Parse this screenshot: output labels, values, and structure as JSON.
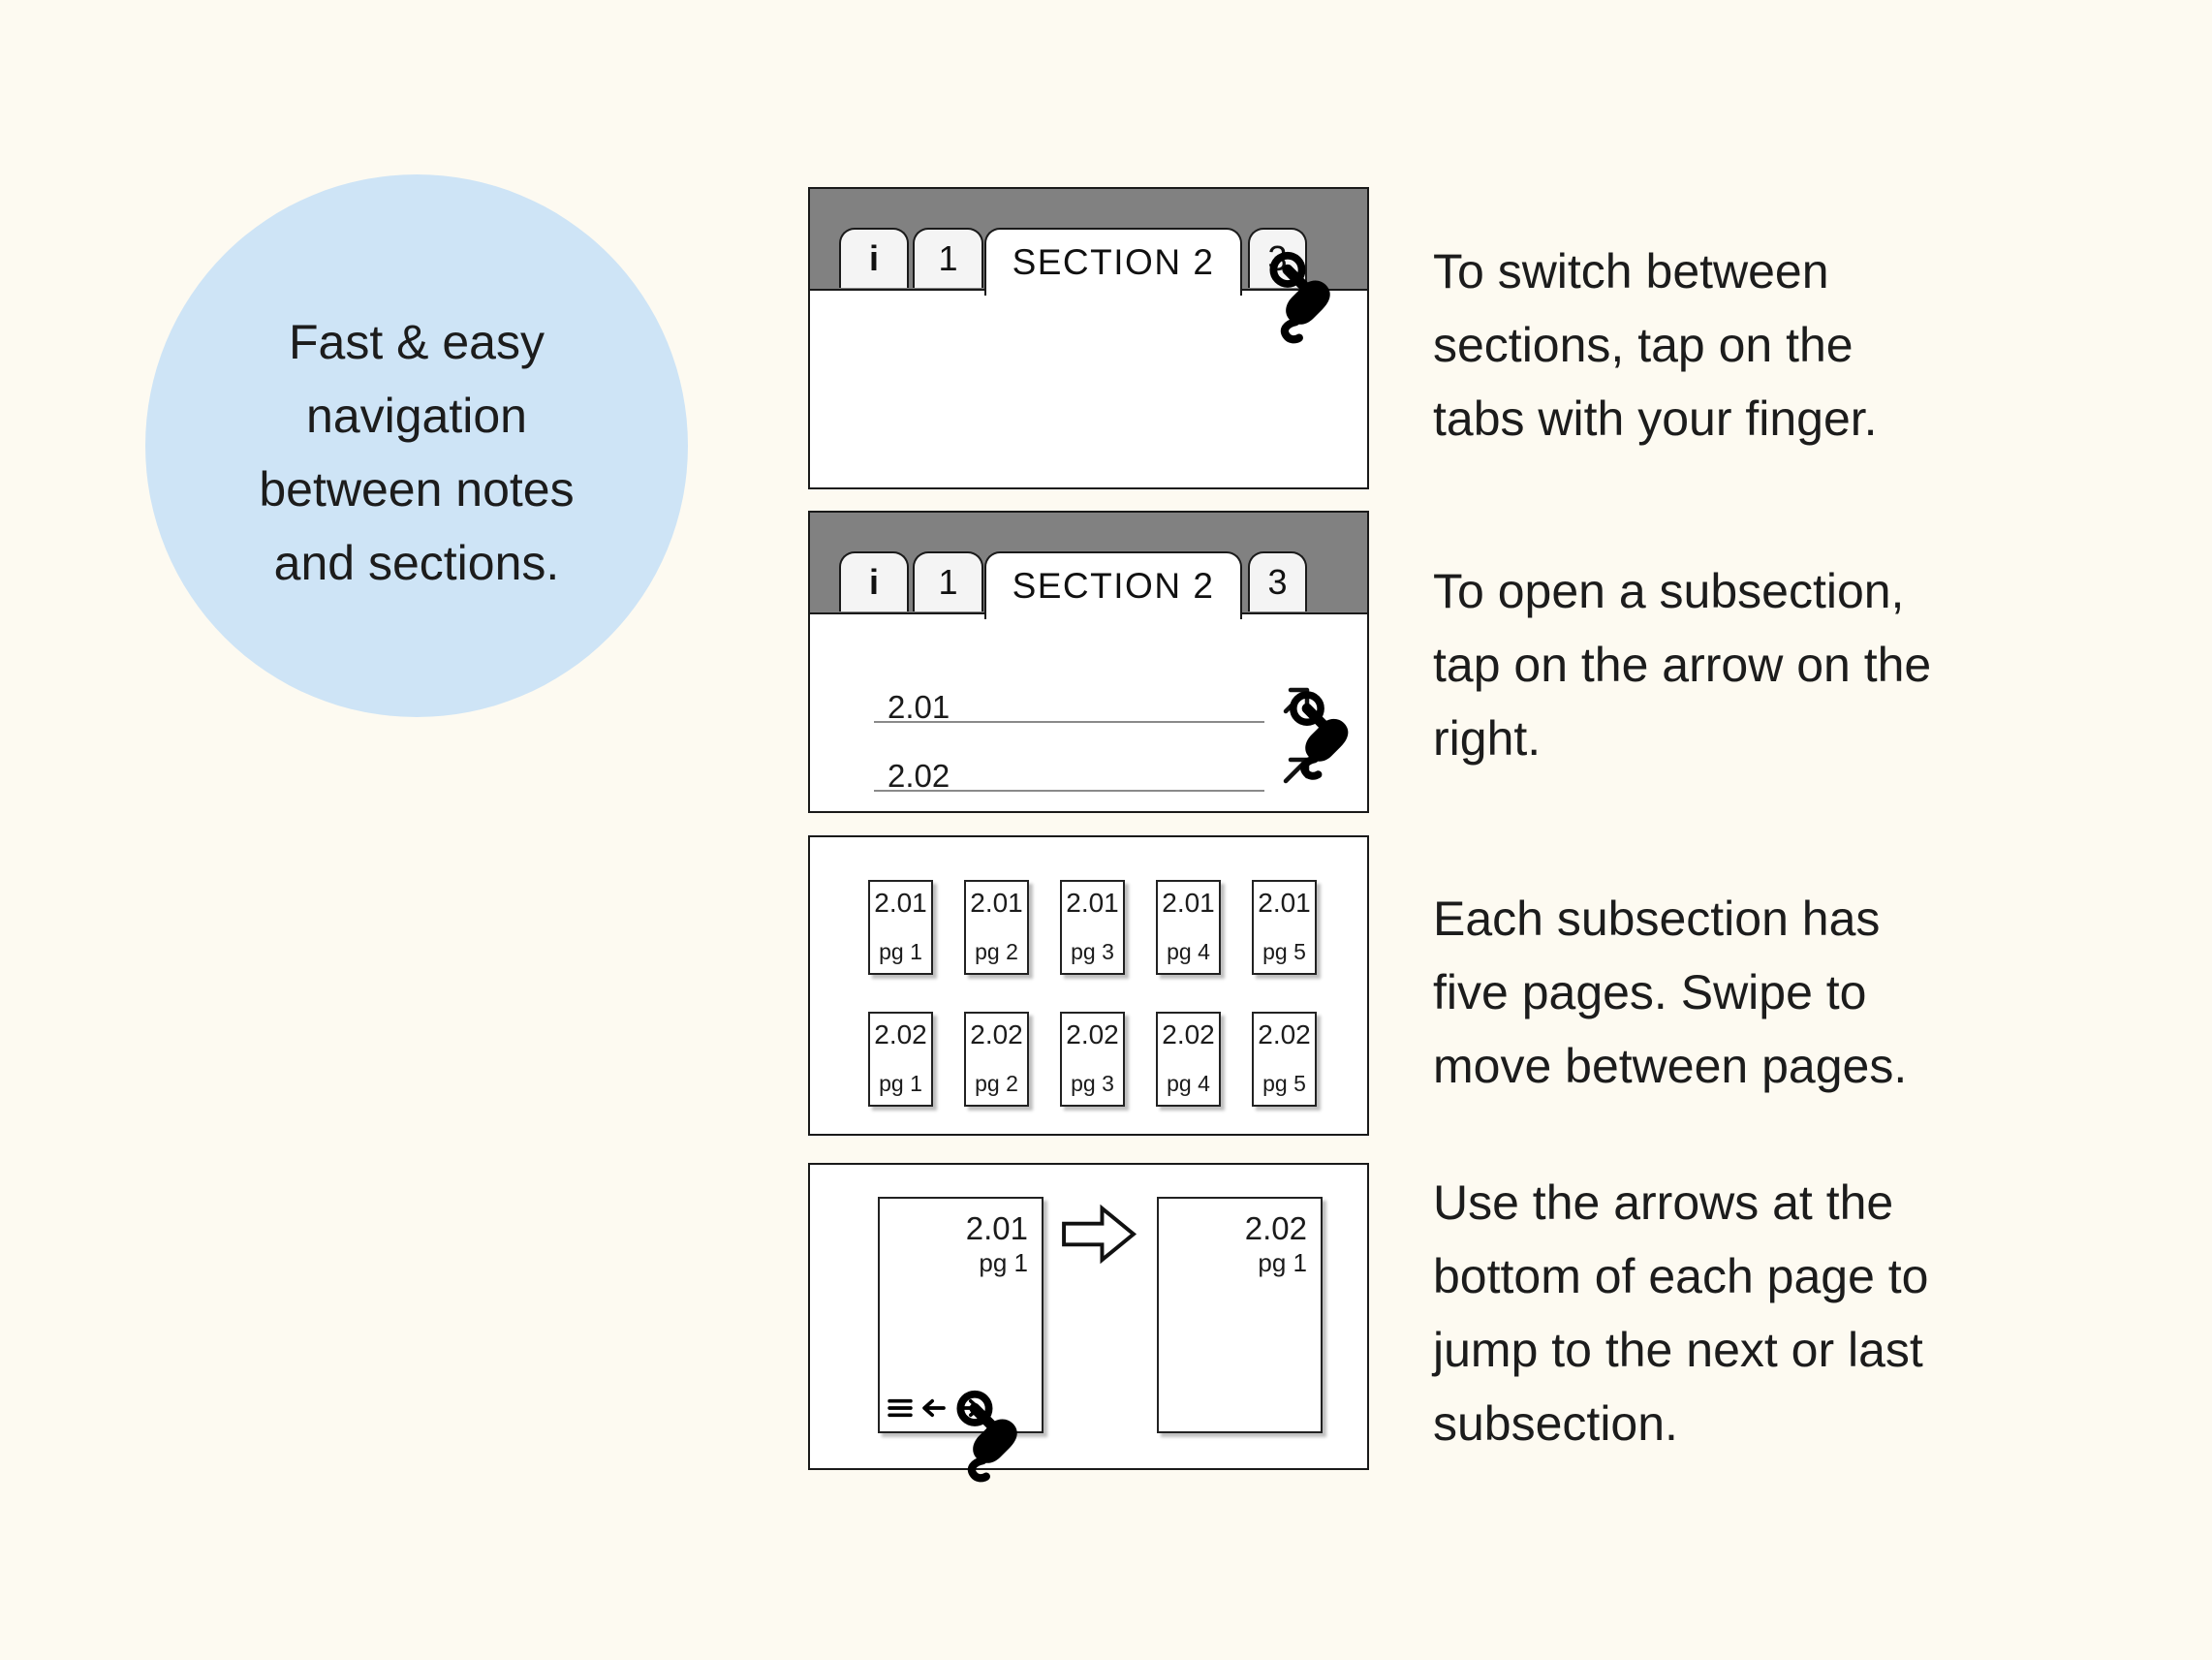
{
  "page": {
    "background_color": "#FDFAF1",
    "header_gray": "#818181",
    "callout_blue": "#CEE4F6",
    "text_color": "#1c1c1c"
  },
  "circle_callout": {
    "lines": [
      "Fast & easy",
      "navigation",
      "between notes",
      "and sections."
    ]
  },
  "tabs": {
    "info_label": "i",
    "tab1_label": "1",
    "tab2_label": "SECTION 2",
    "tab3_label": "3"
  },
  "subsection_list": {
    "items": [
      {
        "label": "2.01"
      },
      {
        "label": "2.02"
      }
    ]
  },
  "pages_grid": {
    "rows": [
      {
        "section": "2.01",
        "pages": [
          "pg 1",
          "pg 2",
          "pg 3",
          "pg 4",
          "pg 5"
        ]
      },
      {
        "section": "2.02",
        "pages": [
          "pg 1",
          "pg 2",
          "pg 3",
          "pg 4",
          "pg 5"
        ]
      }
    ]
  },
  "page_jump": {
    "left_page": {
      "section": "2.01",
      "page": "pg 1"
    },
    "right_page": {
      "section": "2.02",
      "page": "pg 1"
    }
  },
  "icons": {
    "tap": "tap-gesture-icon",
    "ne_arrow": "open-subsection-arrow-icon",
    "block_arrow": "next-subsection-block-arrow-icon",
    "menu": "hamburger-menu-icon",
    "prev": "previous-arrow-icon",
    "next": "next-arrow-icon"
  },
  "instructions": [
    {
      "lines": [
        "To switch between",
        "sections, tap on the",
        "tabs with your finger."
      ]
    },
    {
      "lines": [
        "To open a subsection,",
        "tap on the arrow on the",
        "right."
      ]
    },
    {
      "lines": [
        "Each subsection has",
        "five pages. Swipe to",
        "move between pages."
      ]
    },
    {
      "lines": [
        "Use the arrows at the",
        "bottom of each page to",
        "jump to the next or last",
        "subsection."
      ]
    }
  ]
}
